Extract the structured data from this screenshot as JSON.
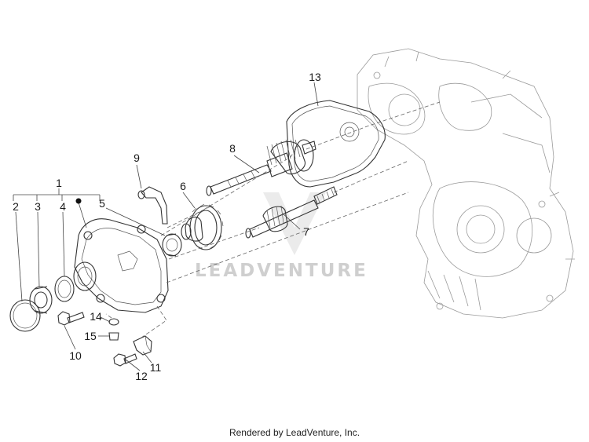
{
  "callouts": {
    "c1": "1",
    "c2": "2",
    "c3": "3",
    "c4": "4",
    "c5": "5",
    "c6": "6",
    "c7": "7",
    "c8": "8",
    "c9": "9",
    "c10": "10",
    "c11": "11",
    "c12": "12",
    "c13": "13",
    "c14": "14",
    "c15": "15"
  },
  "watermark": "LEADVENTURE",
  "footer": "Rendered by LeadVenture, Inc."
}
